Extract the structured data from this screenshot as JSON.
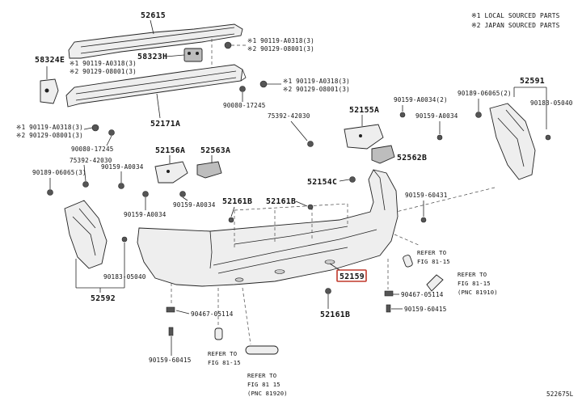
{
  "notes": {
    "line1": "※1 LOCAL SOURCED PARTS",
    "line2": "※2 JAPAN SOURCED PARTS"
  },
  "parts": {
    "p52615": "52615",
    "p58324E": "58324E",
    "p58323H": "58323H",
    "p52171A": "52171A",
    "p52156A": "52156A",
    "p52563A": "52563A",
    "p52155A": "52155A",
    "p52562B": "52562B",
    "p52591": "52591",
    "p52592": "52592",
    "p52154C": "52154C",
    "p52161B_a": "52161B",
    "p52161B_b": "52161B",
    "p52161B_c": "52161B",
    "p52159": "52159"
  },
  "fasteners": {
    "f_tc_1": "※1 90119-A0318(3)",
    "f_tc_2": "※2 90129-08001(3)",
    "f_tl_1": "※1 90119-A0318(3)",
    "f_tl_2": "※2 90129-08001(3)",
    "f_r_1": "※1 90119-A0318(3)",
    "f_r_2": "※2 90129-08001(3)",
    "f_90080_a": "90080-17245",
    "f_l_1": "※1 90119-A0318(3)",
    "f_l_2": "※2 90129-08001(3)",
    "f_90080_b": "90080-17245",
    "f_75392_l": "75392-42030",
    "f_90189_l": "90189-06065(3)",
    "f_90159_34_l": "90159-A0034",
    "f_90159_34_l2": "90159-A0034",
    "f_90159_34_c": "90159-A0034",
    "f_90183_l": "90183-05040",
    "f_90467_l": "90467-05114",
    "f_90159_60415_l": "90159-60415",
    "f_75392_c": "75392-42030",
    "f_90159_34_2": "90159-A0034(2)",
    "f_90159_34_r": "90159-A0034",
    "f_90189_r": "90189-06065(2)",
    "f_90183_r": "90183-05040",
    "f_90159_60431": "90159-60431",
    "f_90467_r": "90467-05114",
    "f_90159_60415_r": "90159-60415"
  },
  "refs": {
    "ref_l_1": "REFER TO",
    "ref_l_2": "FIG 81-15",
    "ref_b_1": "REFER TO",
    "ref_b_2": "FIG 81 15",
    "ref_b_3": "(PNC 81920)",
    "ref_r1_1": "REFER TO",
    "ref_r1_2": "FIG 81-15",
    "ref_r2_1": "REFER TO",
    "ref_r2_2": "FIG 81-15",
    "ref_r2_3": "(PNC 81910)"
  },
  "footer": {
    "code": "522675L"
  }
}
